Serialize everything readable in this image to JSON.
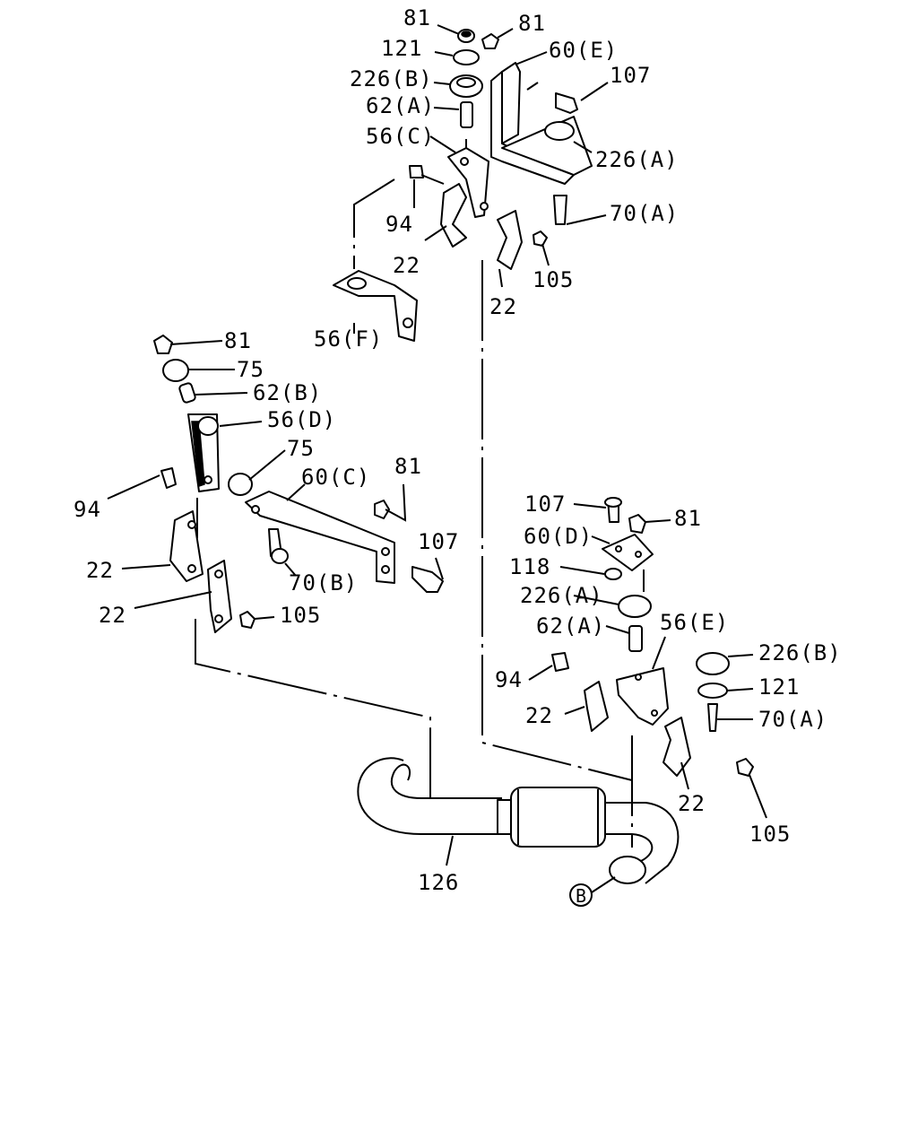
{
  "callouts": [
    {
      "id": "c1",
      "text": "81"
    },
    {
      "id": "c2",
      "text": "81"
    },
    {
      "id": "c3",
      "text": "121"
    },
    {
      "id": "c4",
      "text": "60(E)"
    },
    {
      "id": "c5",
      "text": "226(B)"
    },
    {
      "id": "c6",
      "text": "107"
    },
    {
      "id": "c7",
      "text": "62(A)"
    },
    {
      "id": "c8",
      "text": "56(C)"
    },
    {
      "id": "c9",
      "text": "226(A)"
    },
    {
      "id": "c10",
      "text": "70(A)"
    },
    {
      "id": "c11",
      "text": "94"
    },
    {
      "id": "c12",
      "text": "22"
    },
    {
      "id": "c13",
      "text": "105"
    },
    {
      "id": "c14",
      "text": "22"
    },
    {
      "id": "c15",
      "text": "56(F)"
    },
    {
      "id": "c16",
      "text": "81"
    },
    {
      "id": "c17",
      "text": "75"
    },
    {
      "id": "c18",
      "text": "62(B)"
    },
    {
      "id": "c19",
      "text": "56(D)"
    },
    {
      "id": "c20",
      "text": "75"
    },
    {
      "id": "c21",
      "text": "60(C)"
    },
    {
      "id": "c22",
      "text": "81"
    },
    {
      "id": "c23",
      "text": "94"
    },
    {
      "id": "c24",
      "text": "107"
    },
    {
      "id": "c25",
      "text": "22"
    },
    {
      "id": "c26",
      "text": "70(B)"
    },
    {
      "id": "c27",
      "text": "22"
    },
    {
      "id": "c28",
      "text": "105"
    },
    {
      "id": "c29",
      "text": "107"
    },
    {
      "id": "c30",
      "text": "81"
    },
    {
      "id": "c31",
      "text": "60(D)"
    },
    {
      "id": "c32",
      "text": "118"
    },
    {
      "id": "c33",
      "text": "226(A)"
    },
    {
      "id": "c34",
      "text": "62(A)"
    },
    {
      "id": "c35",
      "text": "56(E)"
    },
    {
      "id": "c36",
      "text": "226(B)"
    },
    {
      "id": "c37",
      "text": "94"
    },
    {
      "id": "c38",
      "text": "121"
    },
    {
      "id": "c39",
      "text": "22"
    },
    {
      "id": "c40",
      "text": "70(A)"
    },
    {
      "id": "c41",
      "text": "22"
    },
    {
      "id": "c42",
      "text": "105"
    },
    {
      "id": "c43",
      "text": "126"
    }
  ],
  "reference_marker": "B"
}
